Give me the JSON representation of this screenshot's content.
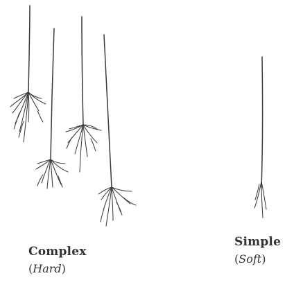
{
  "labels": {
    "complex": {
      "main": "Complex",
      "open_paren": "(",
      "sub": "Hard",
      "close_paren": ")"
    },
    "simple": {
      "main": "Simple",
      "open_paren": "(",
      "sub": "Soft",
      "close_paren": ")"
    }
  },
  "colors": {
    "ink": "#3a3a3a",
    "text": "#333333",
    "background": "#ffffff"
  }
}
